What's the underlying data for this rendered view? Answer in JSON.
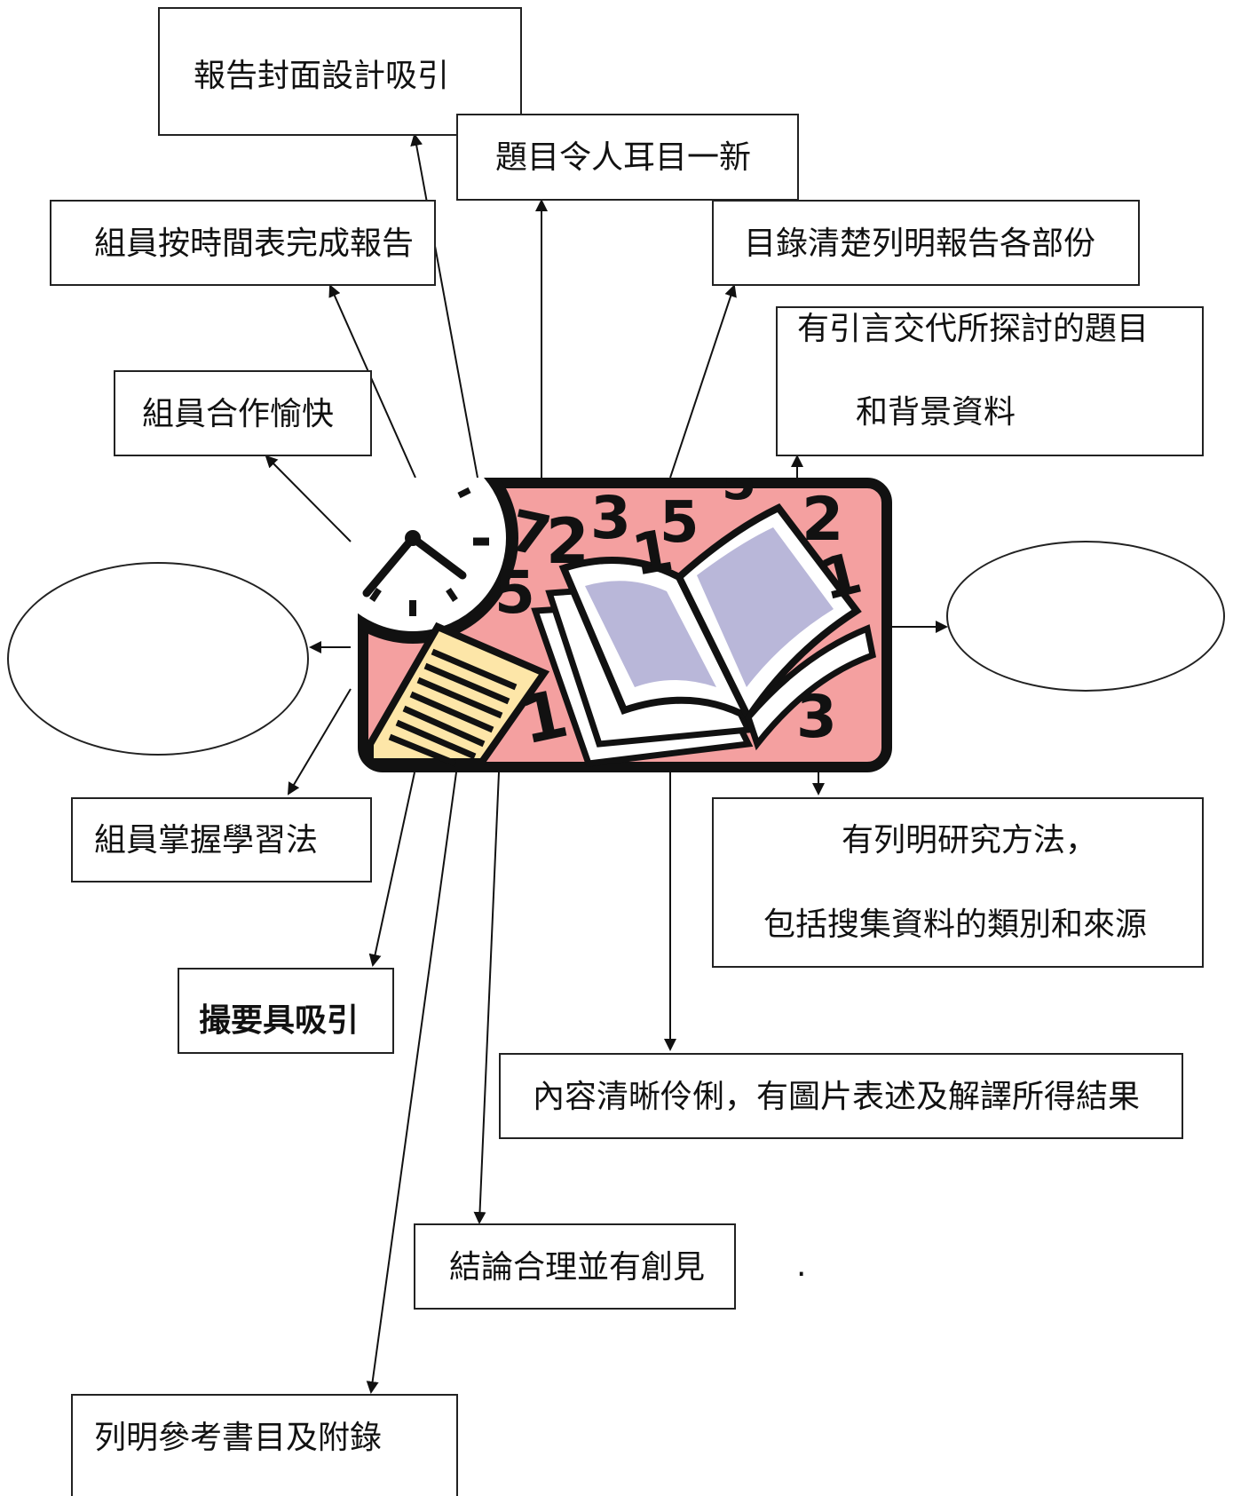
{
  "boxes": {
    "cover_design": "報告封面設計吸引",
    "title_fresh": "題目令人耳目一新",
    "schedule": "組員按時間表完成報告",
    "contents": "目錄清楚列明報告各部份",
    "intro_line1": "有引言交代所探討的題目",
    "intro_line2": "和背景資料",
    "cooperation": "組員合作愉快",
    "learning_method": "組員掌握學習法",
    "method_line1": "有列明研究方法，",
    "method_line2": "包括搜集資料的類別和來源",
    "abstract": "撮要具吸引",
    "content_clear": "內容清晰伶俐，有圖片表述及解譯所得結果",
    "conclusion": "結論合理並有創見",
    "references": "列明參考書目及附錄",
    "stray_period": "."
  },
  "ovals": {
    "left": "",
    "right": ""
  },
  "clipart": {
    "name": "clock-book-numbers-clipart",
    "background_color": "#f4a0a0",
    "border_color": "#111111",
    "page_color": "#ffffff",
    "page_shade_color": "#b9b7d9",
    "paper_color": "#fde6a8",
    "paper_line_color": "#f0a030",
    "number_glyphs": [
      "7",
      "2",
      "3",
      "1",
      "5",
      "5",
      "2",
      "1",
      "5",
      "1",
      "3"
    ]
  },
  "colors": {
    "line": "#111111",
    "box_border": "#222222"
  }
}
